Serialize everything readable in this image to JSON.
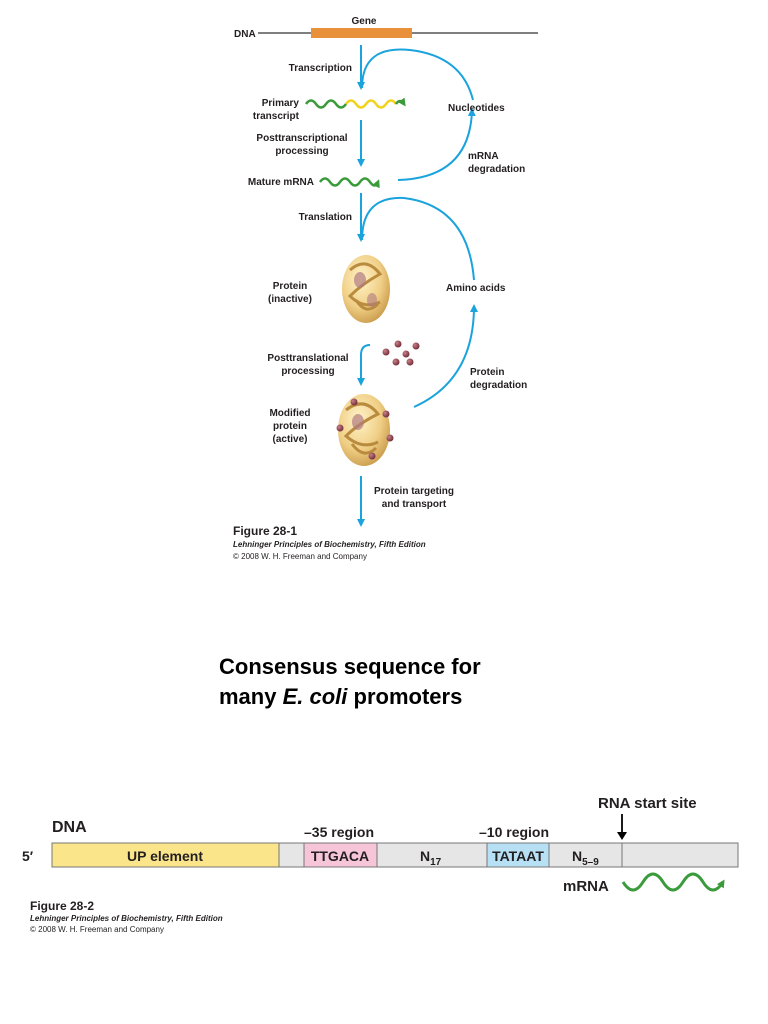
{
  "figure1": {
    "gene_label": "Gene",
    "dna_label": "DNA",
    "transcription": "Transcription",
    "primary_transcript": [
      "Primary",
      "transcript"
    ],
    "nucleotides": "Nucleotides",
    "posttranscriptional": [
      "Posttranscriptional",
      "processing"
    ],
    "mrna_degradation": [
      "mRNA",
      "degradation"
    ],
    "mature_mrna": "Mature mRNA",
    "translation": "Translation",
    "protein_inactive": [
      "Protein",
      "(inactive)"
    ],
    "amino_acids": "Amino acids",
    "posttranslational": [
      "Posttranslational",
      "processing"
    ],
    "protein_degradation": [
      "Protein",
      "degradation"
    ],
    "modified_protein": [
      "Modified",
      "protein",
      "(active)"
    ],
    "protein_targeting": [
      "Protein targeting",
      "and transport"
    ],
    "caption_title": "Figure 28-1",
    "caption_book": "Lehninger Principles of Biochemistry, Fifth Edition",
    "caption_copyright": "© 2008 W. H. Freeman and Company"
  },
  "title": {
    "line1": "Consensus sequence for",
    "line2_pre": "many ",
    "line2_italic": "E. coli",
    "line2_post": " promoters"
  },
  "figure2": {
    "dna_label": "DNA",
    "five_prime": "5′",
    "up_element": "UP element",
    "minus35_region": "–35 region",
    "minus35_seq": "TTGACA",
    "n17_base": "N",
    "n17_sub": "17",
    "minus10_region": "–10 region",
    "minus10_seq": "TATAAT",
    "n59_base": "N",
    "n59_sub": "5–9",
    "rna_start_site": "RNA start site",
    "mrna_label": "mRNA",
    "caption_title": "Figure 28-2",
    "caption_book": "Lehninger Principles of Biochemistry, Fifth Edition",
    "caption_copyright": "© 2008 W. H. Freeman and Company"
  },
  "colors": {
    "arrow_blue": "#1aa3dd",
    "gene_orange": "#e8913a",
    "up_yellow": "#fbe58a",
    "minus35_pink": "#f6c6d8",
    "minus10_blue": "#b8e0f5",
    "dna_gray": "#e6e6e6",
    "mrna_green": "#3a9b3a",
    "transcript_yellow": "#f2d21b"
  }
}
